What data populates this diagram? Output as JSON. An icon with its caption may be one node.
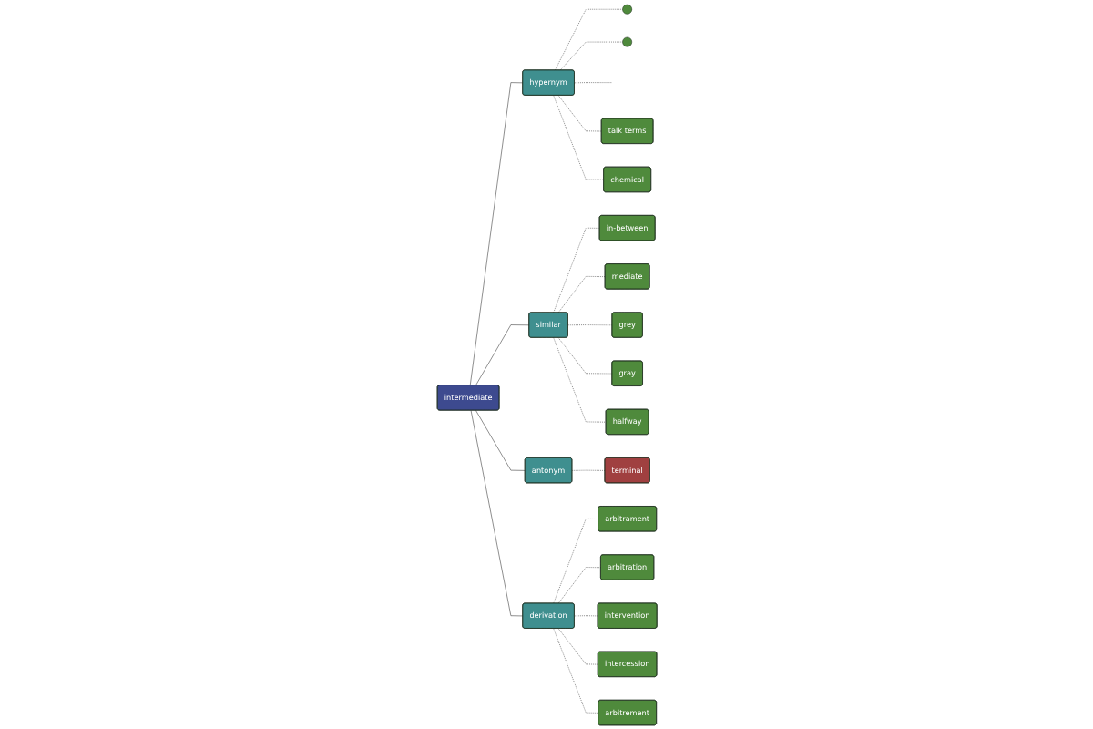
{
  "diagram": {
    "nodes": [
      {
        "text": [
          "intermediate"
        ]
      },
      {
        "text": [
          "hypernym"
        ]
      },
      {
        "text": [
          "similar"
        ]
      },
      {
        "text": [
          "antonym"
        ]
      },
      {
        "text": [
          "derivation"
        ]
      },
      {
        "text": [
          "terminal"
        ]
      },
      {
        "text": [],
        "shape": "circle"
      },
      {
        "text": [],
        "shape": "circle"
      },
      {
        "text": [
          "talk terms"
        ]
      },
      {
        "text": [
          "chemical"
        ]
      },
      {
        "text": [
          "in-between"
        ]
      },
      {
        "text": [
          "mediate"
        ]
      },
      {
        "text": [
          "grey"
        ]
      },
      {
        "text": [
          "gray"
        ]
      },
      {
        "text": [
          "halfway"
        ]
      },
      {
        "text": [
          "arbitrament"
        ]
      },
      {
        "text": [
          "arbitration"
        ]
      },
      {
        "text": [
          "intervention"
        ]
      },
      {
        "text": [
          "intercession"
        ]
      },
      {
        "text": [
          "arbitrement"
        ]
      }
    ],
    "edges": [
      {
        "from": 0,
        "to": 1,
        "arrow": "none"
      },
      {
        "from": 0,
        "to": 2,
        "arrow": "none"
      },
      {
        "from": 0,
        "to": 3,
        "arrow": "none"
      },
      {
        "from": 0,
        "to": 4,
        "arrow": "none"
      },
      {
        "from": 3,
        "to": 5,
        "arrow": "none",
        "style": "dashed"
      },
      {
        "from": 1,
        "to": 6,
        "arrow": "none",
        "style": "dashed"
      },
      {
        "from": 1,
        "to": 7,
        "arrow": "none",
        "style": "dashed"
      },
      {
        "from": 1,
        "to": null,
        "arrow": "none",
        "style": "dashed"
      },
      {
        "from": 1,
        "to": 8,
        "arrow": "none",
        "style": "dashed"
      },
      {
        "from": 1,
        "to": 9,
        "arrow": "none",
        "style": "dashed"
      },
      {
        "from": 2,
        "to": 10,
        "arrow": "none",
        "style": "dashed"
      },
      {
        "from": 2,
        "to": 11,
        "arrow": "none",
        "style": "dashed"
      },
      {
        "from": 2,
        "to": 12,
        "arrow": "none",
        "style": "dashed"
      },
      {
        "from": 2,
        "to": 13,
        "arrow": "none",
        "style": "dashed"
      },
      {
        "from": 2,
        "to": 14,
        "arrow": "none",
        "style": "dashed"
      },
      {
        "from": 4,
        "to": 15,
        "arrow": "none",
        "style": "dashed"
      },
      {
        "from": 4,
        "to": 16,
        "arrow": "none",
        "style": "dashed"
      },
      {
        "from": 4,
        "to": 17,
        "arrow": "none",
        "style": "dashed"
      },
      {
        "from": 4,
        "to": 18,
        "arrow": "none",
        "style": "dashed"
      },
      {
        "from": 4,
        "to": 19,
        "arrow": "none",
        "style": "dashed"
      }
    ]
  }
}
